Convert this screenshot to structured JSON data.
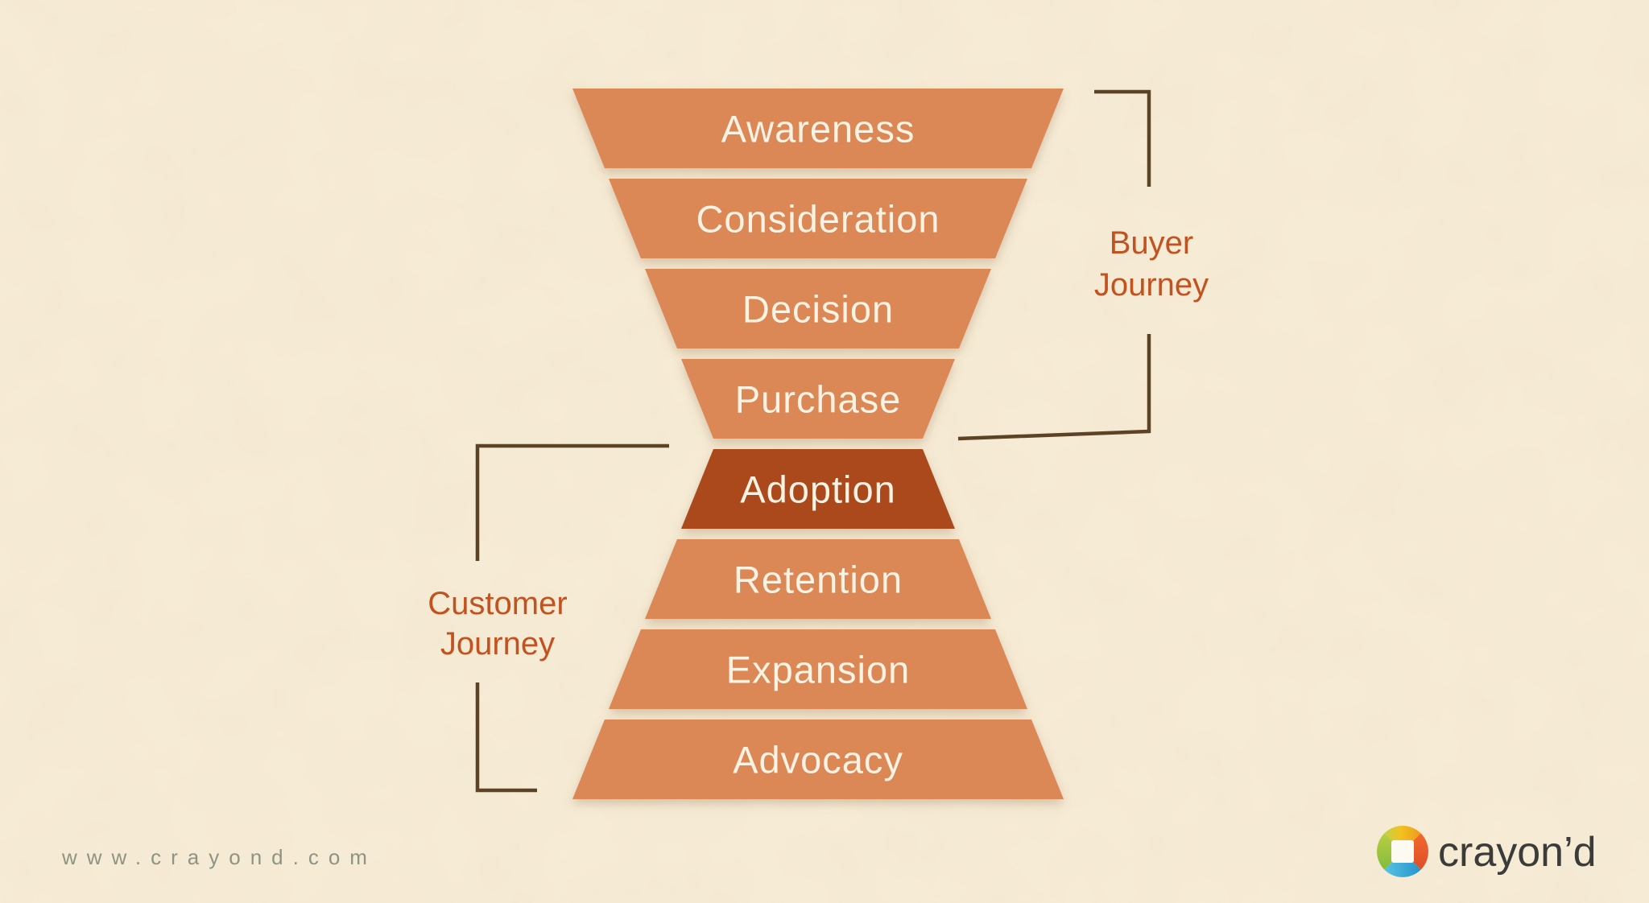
{
  "colors": {
    "background": "#f8edd7",
    "segment": "#dc8757",
    "segment_highlight": "#ac4a1e",
    "segment_text": "#faf3e3",
    "journey_label": "#c2521f",
    "bracket": "#5d4326",
    "footer_url": "#8d9484",
    "logo_text": "#3b3b3a",
    "logo_yellow": "#f3c21f",
    "logo_orange": "#e85c2b",
    "logo_blue": "#2c9fd6",
    "logo_green": "#96c13d"
  },
  "funnel": {
    "stages": [
      {
        "label": "Awareness",
        "highlighted": false
      },
      {
        "label": "Consideration",
        "highlighted": false
      },
      {
        "label": "Decision",
        "highlighted": false
      },
      {
        "label": "Purchase",
        "highlighted": false
      },
      {
        "label": "Adoption",
        "highlighted": true
      },
      {
        "label": "Retention",
        "highlighted": false
      },
      {
        "label": "Expansion",
        "highlighted": false
      },
      {
        "label": "Advocacy",
        "highlighted": false
      }
    ]
  },
  "annotations": {
    "buyer_journey": {
      "line1": "Buyer",
      "line2": "Journey"
    },
    "customer_journey": {
      "line1": "Customer",
      "line2": "Journey"
    }
  },
  "footer": {
    "website_url": "www.crayond.com"
  },
  "logo": {
    "wordmark": "crayon’d"
  }
}
